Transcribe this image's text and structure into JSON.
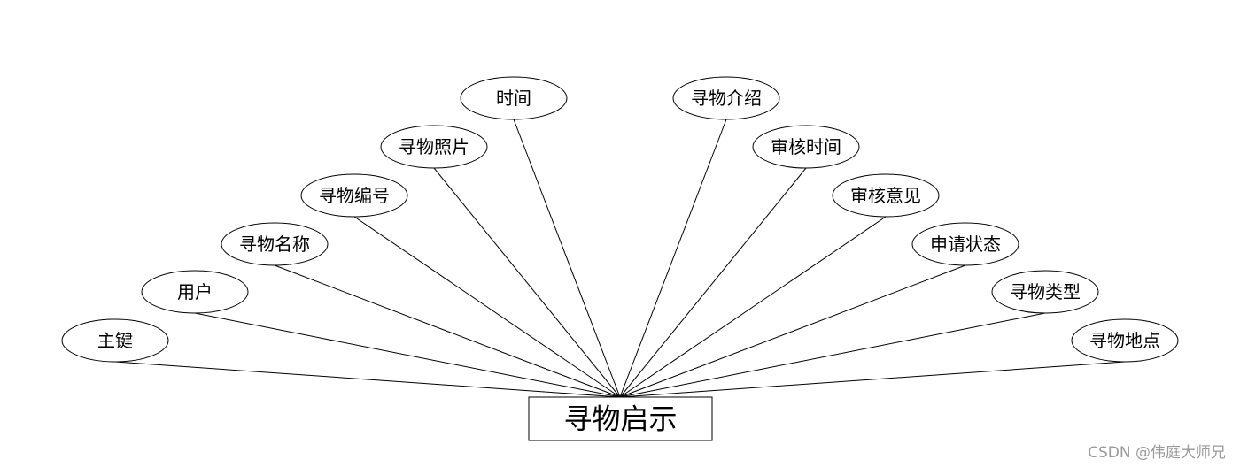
{
  "entity": {
    "label": "寻物启示"
  },
  "attributes": [
    {
      "id": "attr-primary-key",
      "label": "主键"
    },
    {
      "id": "attr-user",
      "label": "用户"
    },
    {
      "id": "attr-item-name",
      "label": "寻物名称"
    },
    {
      "id": "attr-item-number",
      "label": "寻物编号"
    },
    {
      "id": "attr-item-photo",
      "label": "寻物照片"
    },
    {
      "id": "attr-time",
      "label": "时间"
    },
    {
      "id": "attr-item-intro",
      "label": "寻物介绍"
    },
    {
      "id": "attr-review-time",
      "label": "审核时间"
    },
    {
      "id": "attr-review-opinion",
      "label": "审核意见"
    },
    {
      "id": "attr-apply-status",
      "label": "申请状态"
    },
    {
      "id": "attr-item-type",
      "label": "寻物类型"
    },
    {
      "id": "attr-item-location",
      "label": "寻物地点"
    }
  ],
  "watermark": "CSDN @伟庭大师兄"
}
